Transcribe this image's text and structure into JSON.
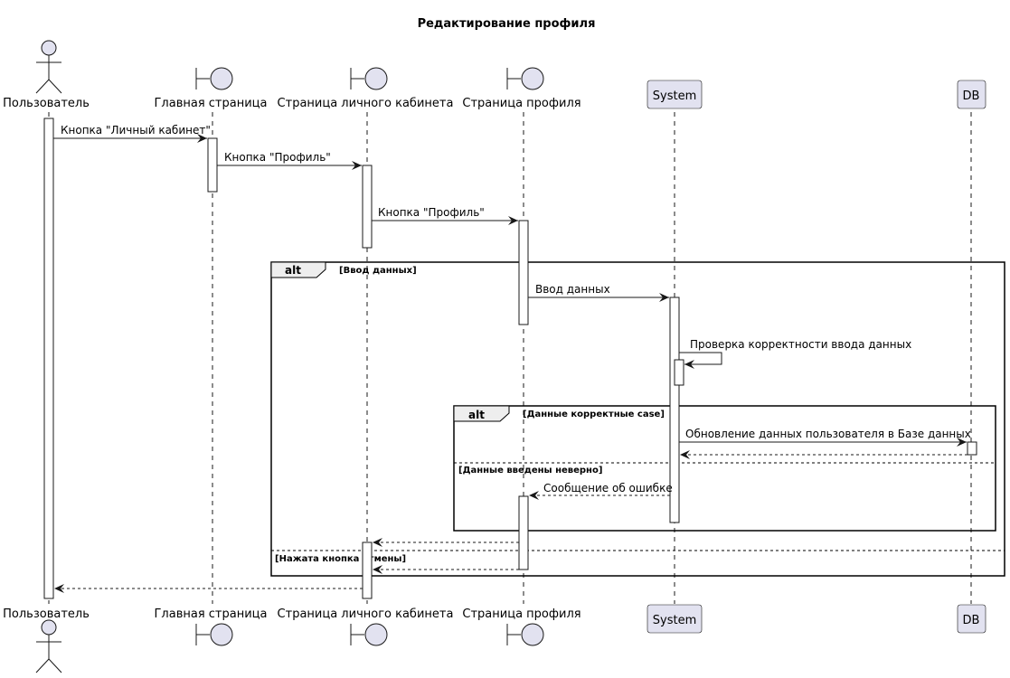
{
  "title": "Редактирование профиля",
  "participants": [
    {
      "id": "user",
      "label": "Пользователь",
      "kind": "actor"
    },
    {
      "id": "main",
      "label": "Главная страница",
      "kind": "boundary"
    },
    {
      "id": "cabinet",
      "label": "Страница личного кабинета",
      "kind": "boundary"
    },
    {
      "id": "profile",
      "label": "Страница профиля",
      "kind": "boundary"
    },
    {
      "id": "system",
      "label": "System",
      "kind": "participant"
    },
    {
      "id": "db",
      "label": "DB",
      "kind": "participant"
    }
  ],
  "messages": [
    {
      "from": "user",
      "to": "main",
      "label": "Кнопка \"Личный кабинет\"",
      "style": "solid"
    },
    {
      "from": "main",
      "to": "cabinet",
      "label": "Кнопка \"Профиль\"",
      "style": "solid"
    },
    {
      "from": "cabinet",
      "to": "profile",
      "label": "Кнопка \"Профиль\"",
      "style": "solid"
    },
    {
      "from": "profile",
      "to": "system",
      "label": "Ввод данных",
      "style": "solid"
    },
    {
      "from": "system",
      "to": "system",
      "label": "Проверка корректности ввода данных",
      "style": "self"
    },
    {
      "from": "system",
      "to": "db",
      "label": "Обновление данных пользователя в Базе данных",
      "style": "solid"
    },
    {
      "from": "db",
      "to": "system",
      "label": "",
      "style": "dashed"
    },
    {
      "from": "system",
      "to": "profile",
      "label": "Сообщение об ошибке",
      "style": "dashed"
    },
    {
      "from": "profile",
      "to": "cabinet",
      "label": "",
      "style": "dashed"
    },
    {
      "from": "profile",
      "to": "cabinet",
      "label": "",
      "style": "dashed"
    },
    {
      "from": "cabinet",
      "to": "user",
      "label": "",
      "style": "dashed"
    }
  ],
  "fragments": [
    {
      "keyword": "alt",
      "guards": [
        "[Ввод данных]",
        "[Нажата кнопка отмены]"
      ]
    },
    {
      "keyword": "alt",
      "guards": [
        "[Данные корректные case]",
        "[Данные введены неверно]"
      ]
    }
  ],
  "colors": {
    "participant_fill": "#e2e2f0",
    "participant_border": "#181818",
    "lifeline": "#181818"
  }
}
